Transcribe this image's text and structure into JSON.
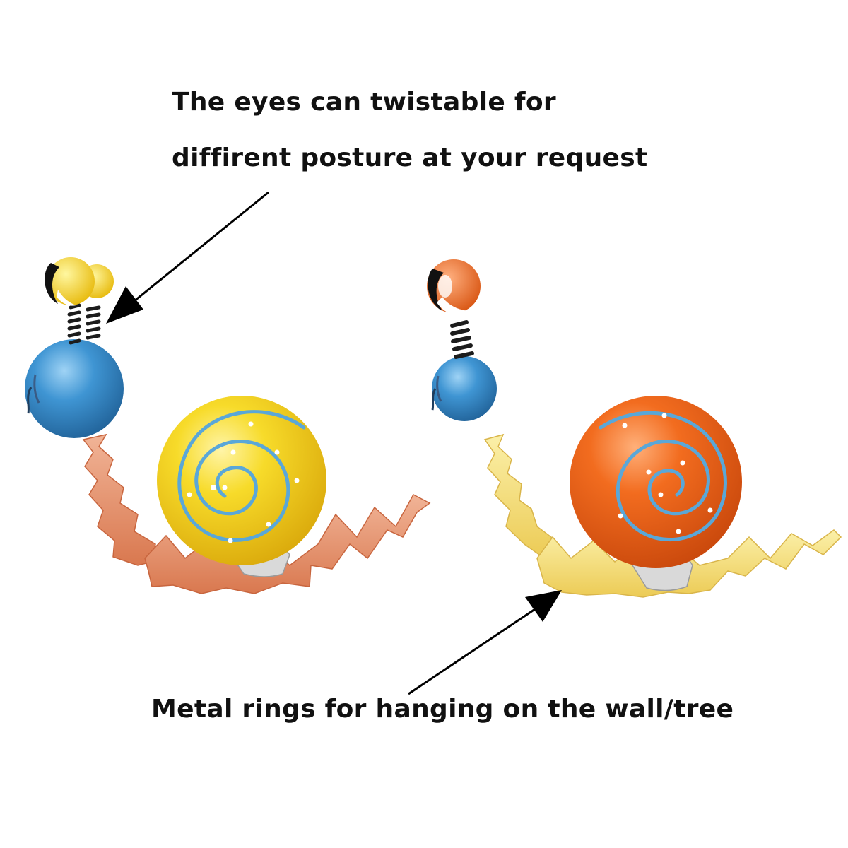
{
  "annotations": {
    "eyes_line_1": "The eyes can twistable  for",
    "eyes_line_2": "diffirent posture at your request",
    "rings": "Metal rings for hanging on the wall/tree"
  },
  "colors": {
    "text": "#111111",
    "arrow": "#000000",
    "yellow_shell": "#f5d21c",
    "orange_shell": "#f06a1e",
    "blue_head": "#3d93d1",
    "swirl": "#5aa7d8",
    "copper_body": "#e89a78",
    "yellow_body": "#f6e27a"
  },
  "objects": [
    {
      "name": "left-snail",
      "shell": "yellow",
      "body": "copper",
      "eyes": "yellow"
    },
    {
      "name": "right-snail",
      "shell": "orange",
      "body": "yellow",
      "eyes": "orange"
    }
  ]
}
